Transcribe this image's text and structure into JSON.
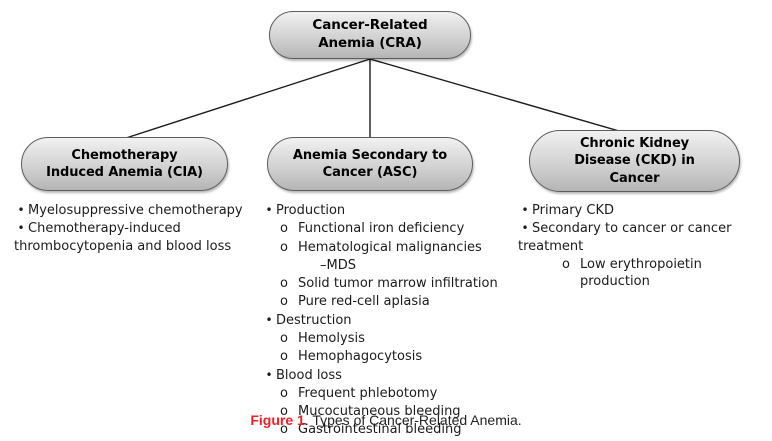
{
  "figure": {
    "caption_label": "Figure 1",
    "caption_text": ". Types of Cancer-Related Anemia.",
    "label_color": "#ec2227",
    "background_color": "#ffffff",
    "node_border_color": "#5d5d5d",
    "node_gradient_top": "#f2f2f2",
    "node_gradient_bottom": "#b4b4b4",
    "connector_color": "#1a1a1a"
  },
  "nodes": {
    "root": {
      "line1": "Cancer-Related",
      "line2": "Anemia (CRA)"
    },
    "cia": {
      "line1": "Chemotherapy",
      "line2": "Induced Anemia (CIA)"
    },
    "asc": {
      "line1": "Anemia Secondary to",
      "line2": "Cancer (ASC)"
    },
    "ckd": {
      "line1": "Chronic Kidney",
      "line2": "Disease (CKD) in",
      "line3": "Cancer"
    }
  },
  "markers": {
    "level1": "•",
    "level2": "o"
  },
  "columns": {
    "cia": [
      {
        "level": 1,
        "text": "Myelosuppressive chemotherapy"
      },
      {
        "level": 1,
        "text": "Chemotherapy-induced thrombocytopenia and blood loss"
      }
    ],
    "asc": [
      {
        "level": 1,
        "text": "Production"
      },
      {
        "level": 2,
        "text": "Functional iron deficiency"
      },
      {
        "level": 2,
        "text": "Hematological malignancies"
      },
      {
        "level": 3,
        "text": "–MDS"
      },
      {
        "level": 2,
        "text": "Solid tumor marrow infiltration"
      },
      {
        "level": 2,
        "text": "Pure red-cell aplasia"
      },
      {
        "level": 1,
        "text": "Destruction"
      },
      {
        "level": 2,
        "text": "Hemolysis"
      },
      {
        "level": 2,
        "text": "Hemophagocytosis"
      },
      {
        "level": 1,
        "text": "Blood loss"
      },
      {
        "level": 2,
        "text": "Frequent phlebotomy"
      },
      {
        "level": 2,
        "text": "Mucocutaneous bleeding"
      },
      {
        "level": 2,
        "text": "Gastrointestinal bleeding"
      }
    ],
    "ckd": [
      {
        "level": 1,
        "text": "Primary CKD"
      },
      {
        "level": 1,
        "text": "Secondary to cancer or cancer treatment"
      },
      {
        "level": 2,
        "deep": true,
        "text": "Low erythropoietin production"
      }
    ]
  }
}
